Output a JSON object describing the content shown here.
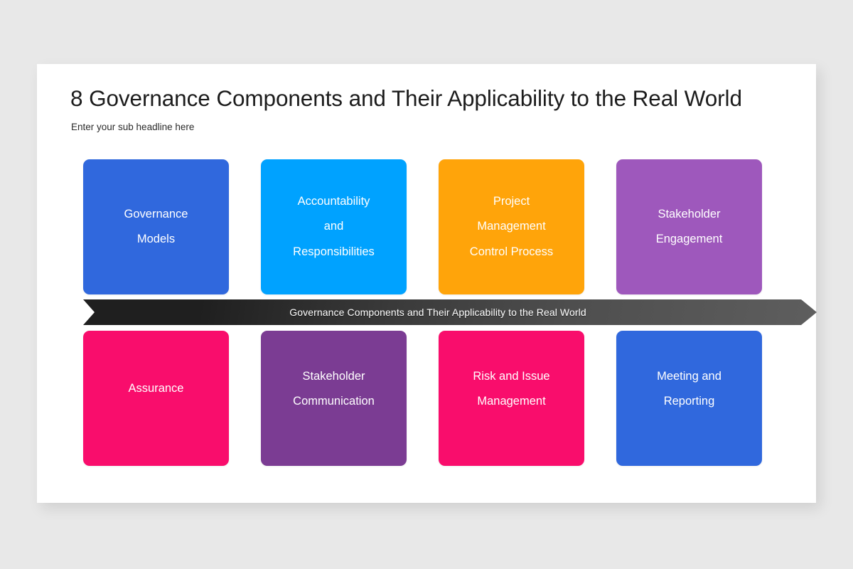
{
  "background_color": "#e8e8e8",
  "panel": {
    "background_color": "#ffffff"
  },
  "header": {
    "title": "8 Governance Components and Their Applicability to the Real World",
    "subtitle": "Enter your sub headline here"
  },
  "banner": {
    "text": "Governance Components and Their Applicability to the Real World",
    "gradient_start_color": "#1f1f1f",
    "gradient_end_color": "#5e5e5e",
    "text_color": "#ffffff"
  },
  "cards": {
    "top_row": [
      {
        "label": "Governance\nModels",
        "color": "#3068dd",
        "text_color": "#ffffff"
      },
      {
        "label": "Accountability\nand\nResponsibilities",
        "color": "#00a2ff",
        "text_color": "#ffffff"
      },
      {
        "label": "Project\nManagement\nControl Process",
        "color": "#ffa40a",
        "text_color": "#ffffff"
      },
      {
        "label": "Stakeholder\nEngagement",
        "color": "#9e58bc",
        "text_color": "#ffffff"
      }
    ],
    "bottom_row": [
      {
        "label": "Assurance",
        "color": "#f90d6c",
        "text_color": "#ffffff"
      },
      {
        "label": "Stakeholder\nCommunication",
        "color": "#7b3c93",
        "text_color": "#ffffff"
      },
      {
        "label": "Risk and Issue\nManagement",
        "color": "#f90d6c",
        "text_color": "#ffffff"
      },
      {
        "label": "Meeting and\nReporting",
        "color": "#3068dd",
        "text_color": "#ffffff"
      }
    ]
  }
}
